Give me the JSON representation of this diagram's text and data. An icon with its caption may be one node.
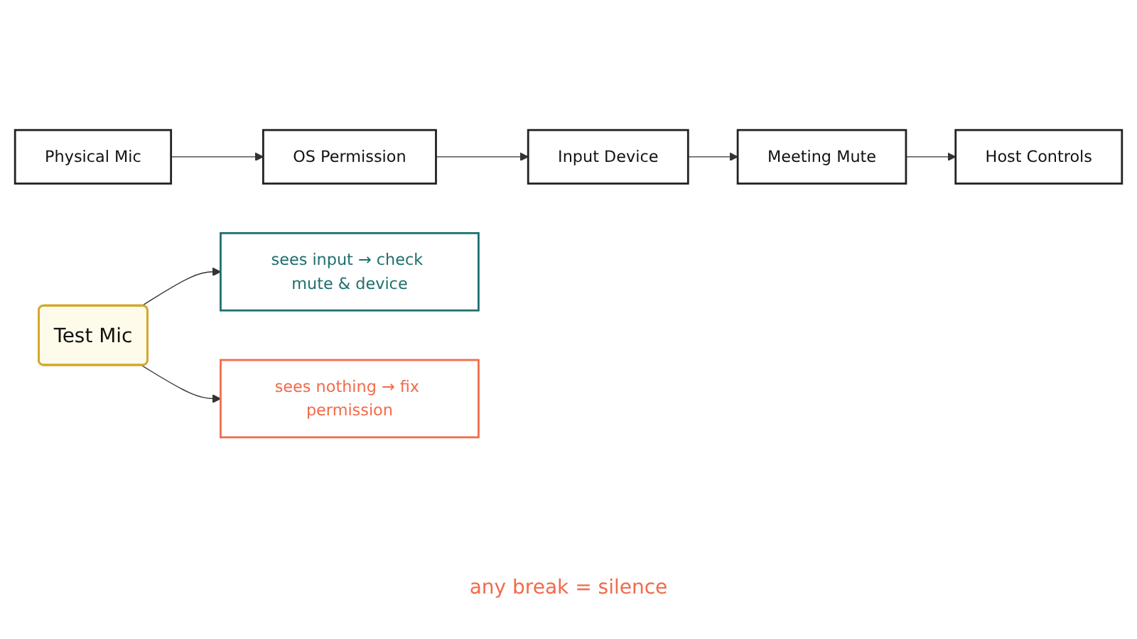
{
  "diagram": {
    "nodes": [
      {
        "text": [
          "Physical Mic"
        ]
      },
      {
        "text": [
          "OS Permission"
        ]
      },
      {
        "text": [
          "Input Device"
        ]
      },
      {
        "text": [
          "Meeting Mute"
        ]
      },
      {
        "text": [
          "Host Controls"
        ]
      },
      {
        "text": [
          "Test Mic"
        ]
      },
      {
        "text": [
          "sees input → check mute & device"
        ]
      },
      {
        "text": [
          "sees nothing → fix permission"
        ]
      }
    ],
    "edges": [
      {
        "from": 0,
        "to": 1,
        "arrow": "to"
      },
      {
        "from": 1,
        "to": 2,
        "arrow": "to"
      },
      {
        "from": 2,
        "to": 3,
        "arrow": "to"
      },
      {
        "from": 3,
        "to": 4,
        "arrow": "to"
      },
      {
        "from": 5,
        "to": 6,
        "arrow": "to"
      },
      {
        "from": 5,
        "to": 7,
        "arrow": "to"
      }
    ],
    "labels": [
      "any break = silence"
    ]
  }
}
